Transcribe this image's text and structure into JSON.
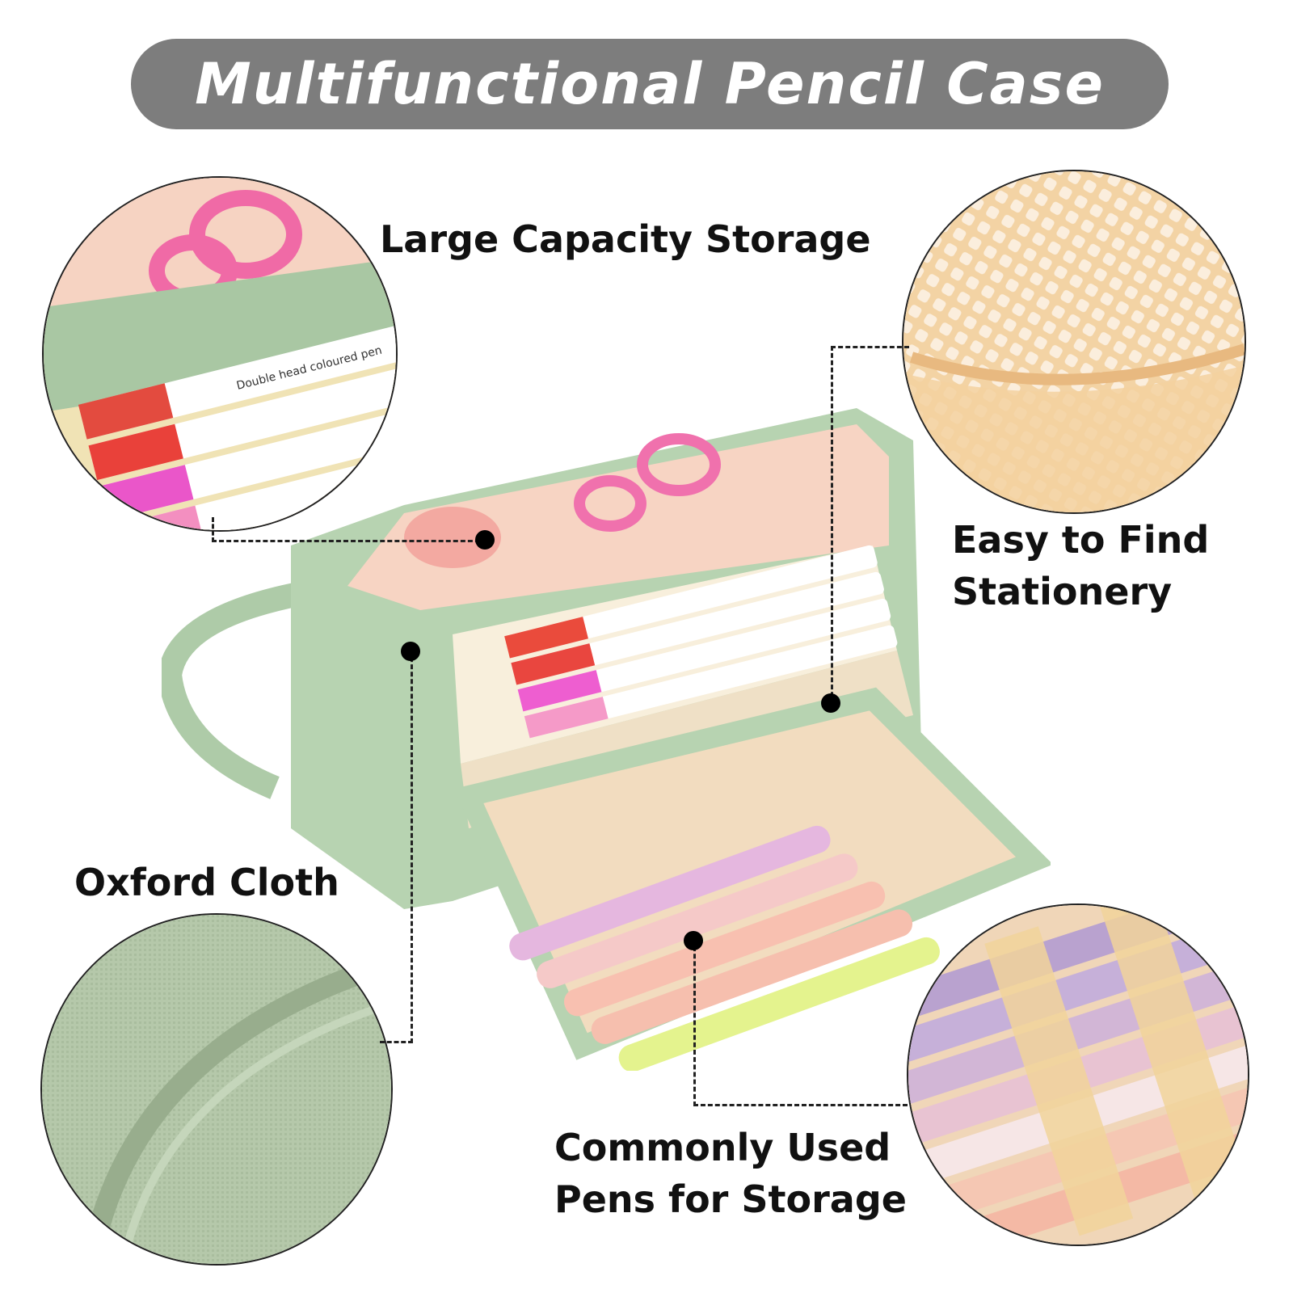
{
  "title": "Multifunctional Pencil Case",
  "features": {
    "large_capacity": "Large Capacity Storage",
    "easy_find_line1": "Easy to Find",
    "easy_find_line2": "Stationery",
    "oxford_cloth": "Oxford Cloth",
    "common_pens_line1": "Commonly Used",
    "common_pens_line2": "Pens for Storage"
  },
  "pen_label": "Double head coloured pen",
  "colors": {
    "title_pill": "#7d7d7d",
    "case_green": "#b7d3b1",
    "lining_peach": "#f6d5bd",
    "mesh_beige": "#f2cc98"
  }
}
